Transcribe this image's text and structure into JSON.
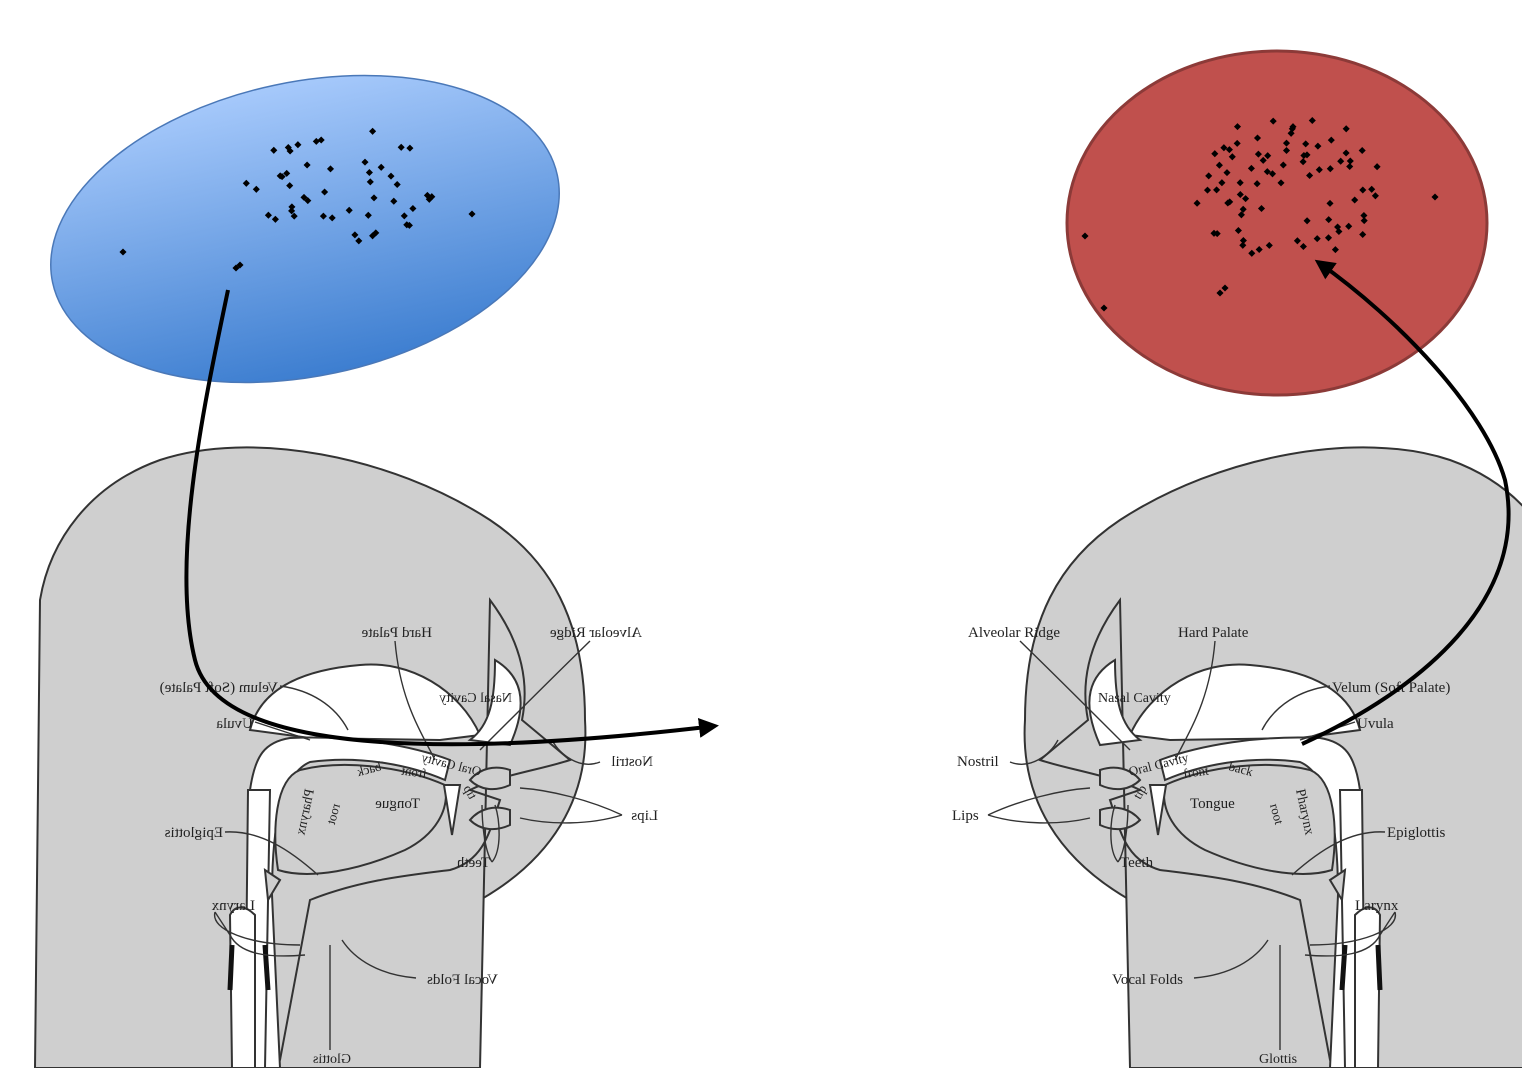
{
  "colors": {
    "blue_ellipse": "#5b95e0",
    "red_circle": "#c0504d",
    "head_gray": "#cfcfcf",
    "arrow": "#000000"
  },
  "right_head": {
    "labels": {
      "alveolar_ridge": "Alveolar Ridge",
      "hard_palate": "Hard Palate",
      "nasal_cavity": "Nasal Cavity",
      "velum": "Velum (Soft Palate)",
      "uvula": "Uvula",
      "nostril": "Nostril",
      "oral_cavity": "Oral Cavity",
      "front": "front",
      "back": "back",
      "tip": "tip",
      "tongue": "Tongue",
      "root": "root",
      "pharynx": "Pharynx",
      "lips": "Lips",
      "teeth": "Teeth",
      "epiglottis": "Epiglottis",
      "larynx": "Larynx",
      "vocal_folds": "Vocal Folds",
      "glottis": "Glottis"
    }
  },
  "left_head": {
    "mirrored": true,
    "labels": {
      "alveolar_ridge": "Alveolar Ridge",
      "hard_palate": "Hard Palate",
      "nasal_cavity": "Nasal Cavity",
      "velum": "Velum (Soft Palate)",
      "uvula": "Uvula",
      "nostril": "Nostril",
      "oral_cavity": "Oral Cavity",
      "front": "front",
      "back": "back",
      "tip": "tip",
      "tongue": "Tongue",
      "root": "root",
      "pharynx": "Pharynx",
      "lips": "Lips",
      "teeth": "Teeth",
      "epiglottis": "Epiglottis",
      "larynx": "Larynx",
      "vocal_folds": "Vocal Folds",
      "glottis": "Glottis"
    }
  }
}
